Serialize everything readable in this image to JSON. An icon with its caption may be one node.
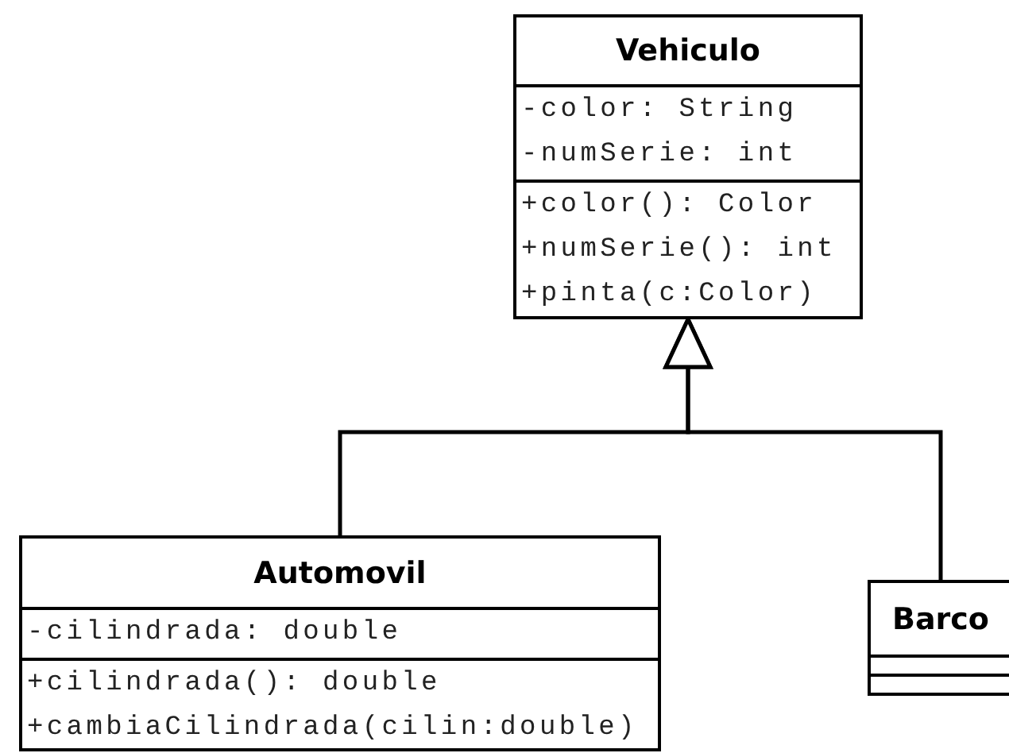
{
  "diagram": {
    "nodes": [
      {
        "text": [
          "Vehiculo",
          "-color: String",
          "-numSerie: int",
          "+color(): Color",
          "+numSerie(): int",
          "+pinta(c:Color)"
        ]
      },
      {
        "text": [
          "Automovil",
          "-cilindrada: double",
          "+cilindrada(): double",
          "+cambiaCilindrada(cilin:double)"
        ]
      },
      {
        "text": [
          "Barco"
        ]
      }
    ],
    "edges": [
      {
        "from": 1,
        "to": 0,
        "arrow": "to"
      },
      {
        "from": 2,
        "to": 0,
        "arrow": "to"
      }
    ]
  }
}
